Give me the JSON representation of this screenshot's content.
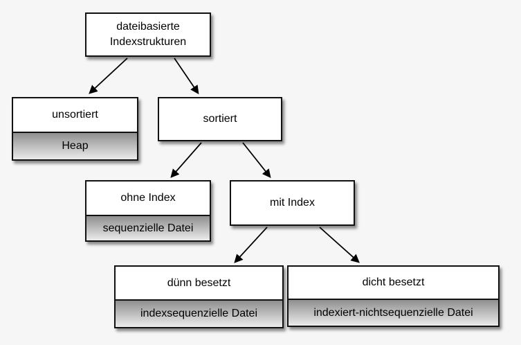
{
  "diagram": {
    "nodes": {
      "root": {
        "label": "dateibasierte Indexstrukturen"
      },
      "unsortiert": {
        "label": "unsortiert",
        "sublabel": "Heap"
      },
      "sortiert": {
        "label": "sortiert"
      },
      "ohne_index": {
        "label": "ohne Index",
        "sublabel": "sequenzielle Datei"
      },
      "mit_index": {
        "label": "mit Index"
      },
      "duenn_besetzt": {
        "label": "dünn besetzt",
        "sublabel": "indexsequenzielle Datei"
      },
      "dicht_besetzt": {
        "label": "dicht besetzt",
        "sublabel": "indexiert-nichtsequenzielle Datei"
      }
    },
    "edges": [
      {
        "from": "root",
        "to": "unsortiert"
      },
      {
        "from": "root",
        "to": "sortiert"
      },
      {
        "from": "sortiert",
        "to": "ohne_index"
      },
      {
        "from": "sortiert",
        "to": "mit_index"
      },
      {
        "from": "mit_index",
        "to": "duenn_besetzt"
      },
      {
        "from": "mit_index",
        "to": "dicht_besetzt"
      }
    ],
    "colors": {
      "background": "#f6f6f6",
      "box_fill": "#ffffff",
      "box_border": "#111111",
      "sublabel_gradient_top": "#8f8f8f",
      "sublabel_gradient_bottom": "#ececec",
      "text": "#000000",
      "arrow": "#000000"
    }
  }
}
